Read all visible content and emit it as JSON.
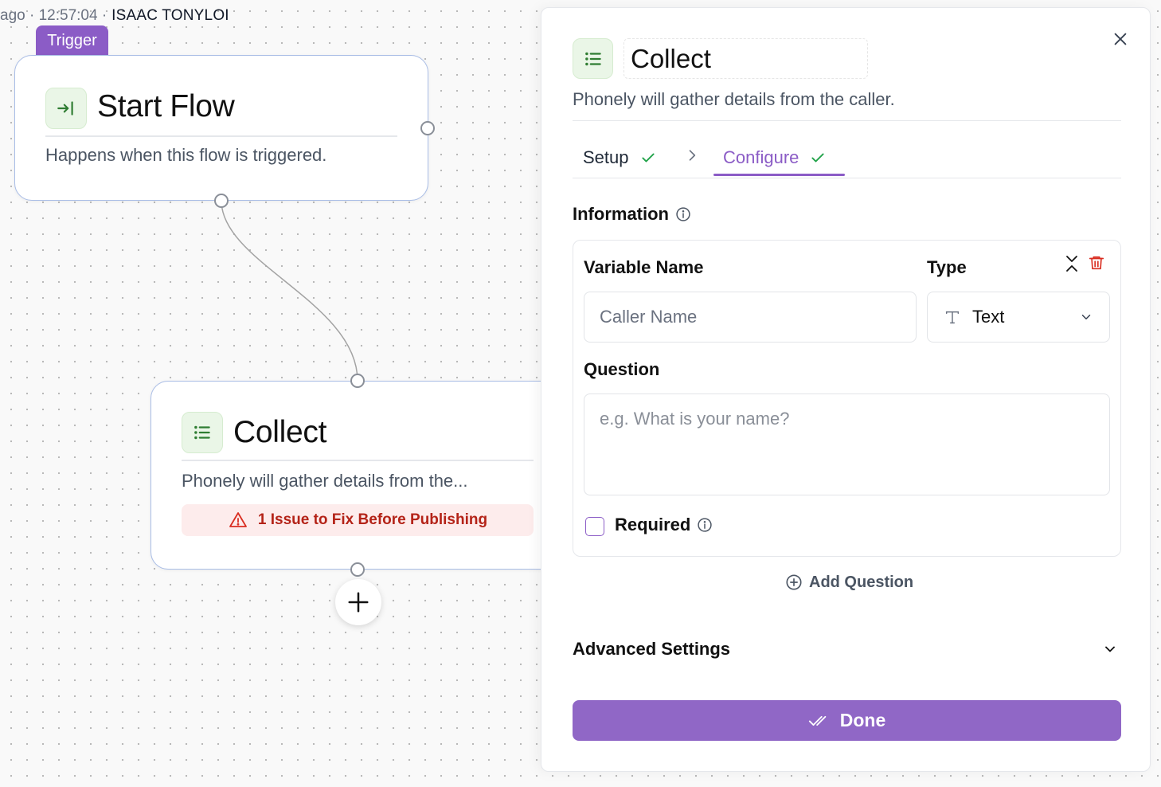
{
  "meta": {
    "time_prefix": "ago · 12:57:04 ·",
    "user": "ISAAC TONYLOI"
  },
  "canvas": {
    "trigger_badge": "Trigger",
    "start_node": {
      "title": "Start Flow",
      "description": "Happens when this flow is triggered."
    },
    "collect_node": {
      "title": "Collect",
      "description": "Phonely will gather details from the...",
      "issue": "1 Issue to Fix Before Publishing"
    }
  },
  "panel": {
    "title": "Collect",
    "subtitle": "Phonely will gather details from the caller.",
    "tabs": [
      {
        "label": "Setup",
        "complete": true
      },
      {
        "label": "Configure",
        "complete": true,
        "active": true
      }
    ],
    "information_label": "Information",
    "question_card": {
      "variable_name_label": "Variable Name",
      "variable_name_placeholder": "Caller Name",
      "type_label": "Type",
      "type_value": "Text",
      "question_label": "Question",
      "question_placeholder": "e.g. What is your name?",
      "required_label": "Required"
    },
    "add_question": "Add Question",
    "advanced_settings": "Advanced Settings",
    "done_button": "Done"
  },
  "colors": {
    "accent": "#8b5cc6",
    "done_button": "#9067c6",
    "success_check": "#22a34a",
    "error_text": "#b42318",
    "error_bg": "#fdecec",
    "node_icon_bg": "#eaf6e7",
    "node_border": "#a9bde6"
  },
  "icons": {
    "start_node": "enter-icon",
    "collect_node": "list-icon",
    "issue": "warning-triangle-icon",
    "add_node": "plus-icon",
    "close": "close-icon",
    "tab_complete": "check-icon",
    "tab_separator": "chevron-right-icon",
    "info": "info-icon",
    "collapse": "collapse-icon",
    "delete": "trash-icon",
    "type": "text-type-icon",
    "dropdown": "chevron-down-icon",
    "add_question": "plus-circle-icon",
    "done": "double-check-icon"
  }
}
